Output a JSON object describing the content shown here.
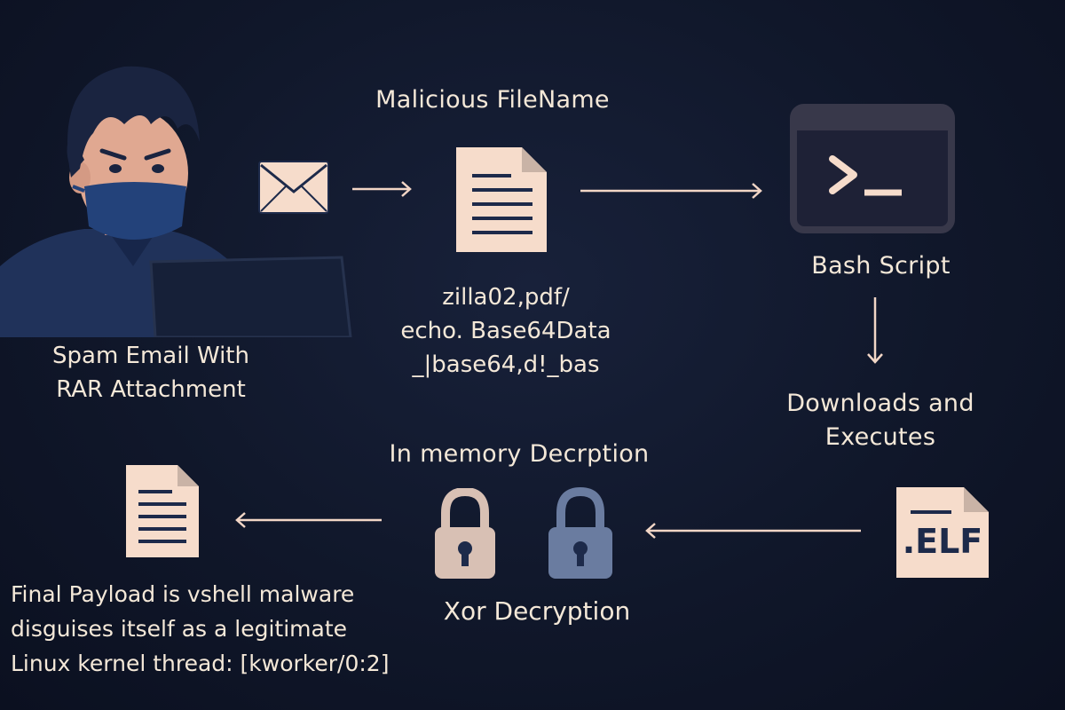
{
  "labels": {
    "attacker_caption": [
      "Spam Email With",
      "RAR Attachment"
    ],
    "malicious_filename_title": "Malicious FileName",
    "filename_lines": [
      "zilla02,pdf/",
      "echo. Base64Data",
      "_|base64,d!_bas"
    ],
    "bash_title": "Bash Script",
    "downloads_caption": [
      "Downloads and",
      "Executes"
    ],
    "memory_title": "In memory Decrption",
    "xor_title": "Xor Decryption",
    "elf_text": ".ELF",
    "payload_caption": [
      "Final Payload is vshell malware",
      "disguises itself as a legitimate",
      "Linux kernel thread: [kworker/0:2]"
    ]
  },
  "colors": {
    "background": "#10172a",
    "text": "#f4e8d8",
    "paper": "#f6dccb",
    "paper_lines": "#1d2a4a",
    "arrow": "#f2d6c6",
    "terminal_frame": "#38384a",
    "lock_open": "#d8c0b4",
    "lock_closed": "#6a7ca0"
  },
  "icons": [
    "attacker-icon",
    "envelope-icon",
    "document-icon",
    "terminal-icon",
    "elf-file-icon",
    "lock-open-icon",
    "lock-closed-icon",
    "payload-document-icon"
  ]
}
